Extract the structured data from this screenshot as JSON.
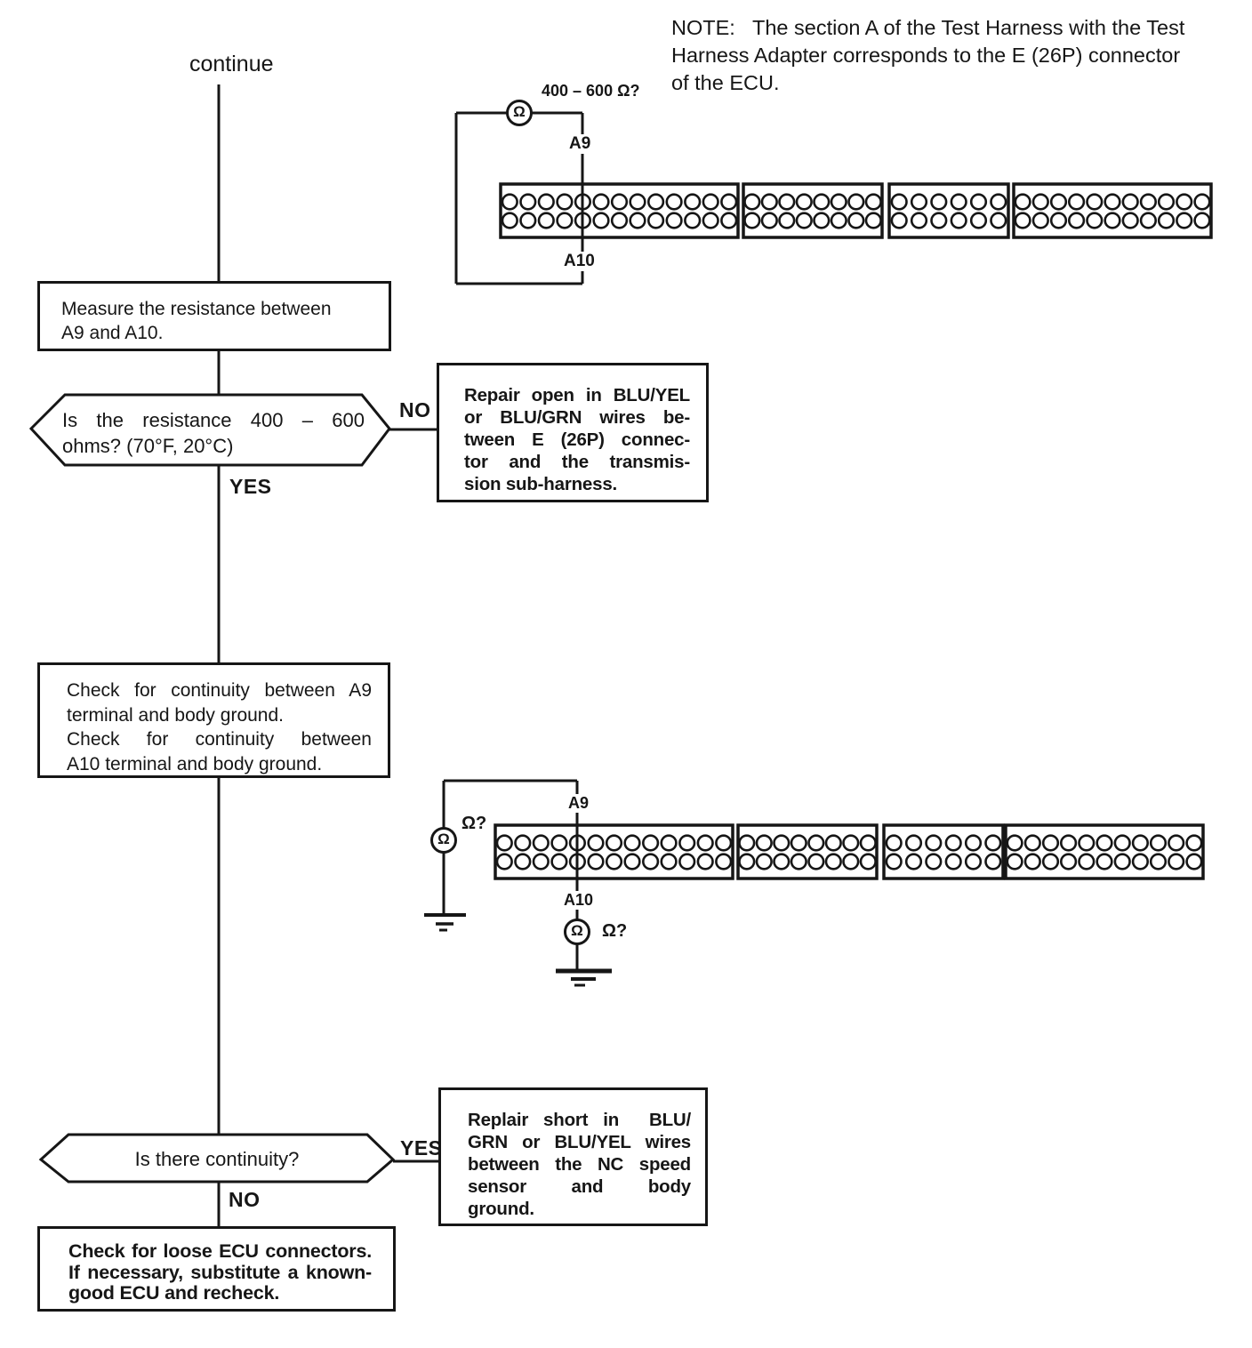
{
  "page": {
    "continue_label": "continue",
    "note": {
      "paragraphs": [
        [
          "NOTE:   The section A of the Test Harness with the Test",
          "Harness Adapter corresponds to the E (26P) connector",
          "of the ECU."
        ]
      ]
    }
  },
  "flowchart": {
    "box_measure": {
      "paragraphs": [
        [
          "Measure the resistance between",
          "A9 and A10."
        ]
      ]
    },
    "decision_resistance": {
      "paragraphs": [
        [
          "Is the resistance 400 – 600",
          "ohms? (70°F, 20°C)"
        ]
      ],
      "no_label": "NO",
      "yes_label": "YES"
    },
    "box_repair_open": {
      "paragraphs": [
        [
          "Repair open in BLU/YEL",
          "or BLU/GRN wires be-",
          "tween E (26P) connec-",
          "tor and the transmis-",
          "sion sub-harness."
        ]
      ]
    },
    "box_check_continuity": {
      "paragraphs": [
        [
          "Check for continuity between A9",
          "terminal and body ground."
        ],
        [
          "Check for continuity between",
          "A10 terminal and body ground."
        ]
      ]
    },
    "decision_continuity": {
      "label": "Is there continuity?",
      "yes_label": "YES",
      "no_label": "NO"
    },
    "box_repair_short": {
      "paragraphs": [
        [
          "Replair short in  BLU/",
          "GRN or BLU/YEL wires",
          "between the NC speed",
          "sensor and body",
          "ground."
        ]
      ]
    },
    "box_check_ecu": {
      "paragraphs": [
        [
          "Check for loose ECU connectors.",
          "If necessary, substitute a known-",
          "good ECU and recheck."
        ]
      ]
    }
  },
  "circuit_top": {
    "range_label": "400 – 600 Ω?",
    "meter_symbol": "Ω",
    "pin_a9": "A9",
    "pin_a10": "A10"
  },
  "circuit_middle": {
    "meter_symbol": "Ω",
    "ohm_query_left": "Ω?",
    "ohm_query_bottom": "Ω?",
    "pin_a9": "A9",
    "pin_a10": "A10"
  },
  "connector": {
    "sections": [
      13,
      8,
      6,
      11
    ],
    "rows": 2
  }
}
